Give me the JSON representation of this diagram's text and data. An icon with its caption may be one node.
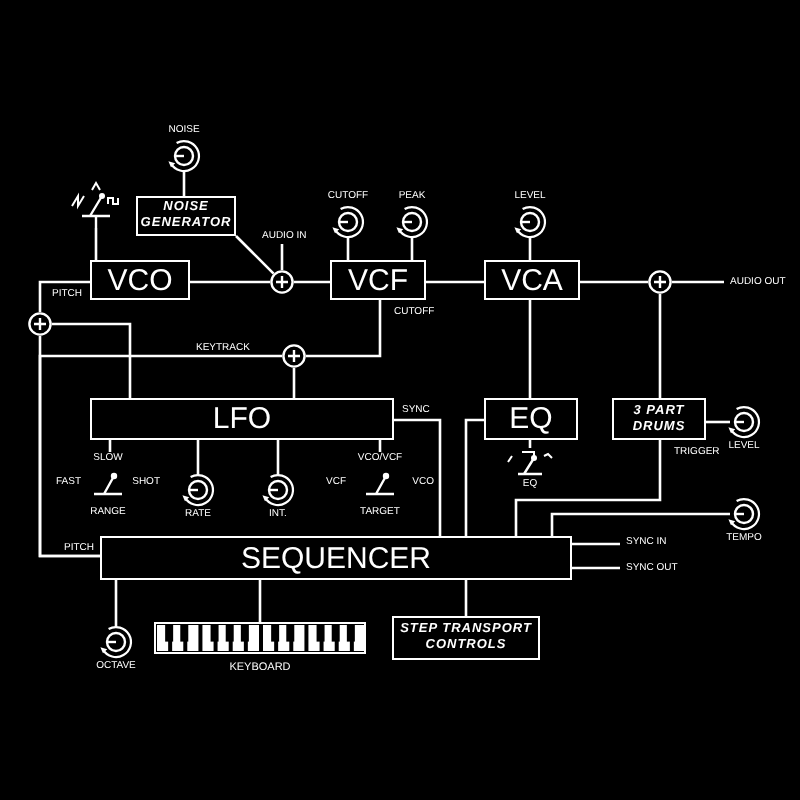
{
  "diagram": {
    "nodes": [
      {
        "text": [
          "VCO"
        ]
      },
      {
        "text": [
          "NOISE GENERATOR"
        ]
      },
      {
        "text": [
          "VCF"
        ]
      },
      {
        "text": [
          "VCA"
        ]
      },
      {
        "text": [
          "LFO"
        ]
      },
      {
        "text": [
          "EQ"
        ]
      },
      {
        "text": [
          "3 PART DRUMS"
        ]
      },
      {
        "text": [
          "SEQUENCER"
        ]
      },
      {
        "text": [
          "STEP TRANSPORT CONTROLS"
        ]
      },
      {
        "text": [],
        "shape": "keyboard",
        "beside": [
          "KEYBOARD"
        ]
      },
      {
        "text": [],
        "shape": "circle"
      },
      {
        "text": [],
        "shape": "circle"
      },
      {
        "text": [],
        "shape": "circle"
      },
      {
        "text": [],
        "shape": "circle"
      },
      {
        "text": [
          "NOISE"
        ]
      },
      {
        "text": [
          "CUTOFF"
        ]
      },
      {
        "text": [
          "PEAK"
        ]
      },
      {
        "text": [
          "LEVEL"
        ]
      },
      {
        "text": [],
        "shape": "switch"
      },
      {
        "text": [
          "RATE"
        ]
      },
      {
        "text": [
          "INT."
        ]
      },
      {
        "text": [
          "SLOW",
          "FAST",
          "SHOT",
          "RANGE"
        ]
      },
      {
        "text": [
          "VCO/VCF",
          "VCF",
          "VCO",
          "TARGET"
        ]
      },
      {
        "text": [
          "EQ"
        ]
      },
      {
        "text": [
          "LEVEL"
        ]
      },
      {
        "text": [
          "TEMPO"
        ]
      },
      {
        "text": [
          "OCTAVE"
        ]
      }
    ],
    "edges": [
      {
        "from": 14,
        "to": 1,
        "arrow": "none"
      },
      {
        "from": 18,
        "to": 0,
        "arrow": "none"
      },
      {
        "from": 1,
        "to": 10,
        "arrow": "none"
      },
      {
        "from": 0,
        "to": 10,
        "arrow": "none"
      },
      {
        "from": null,
        "to": 10,
        "arrow": "none",
        "label": "AUDIO IN"
      },
      {
        "from": 10,
        "to": 2,
        "arrow": "none"
      },
      {
        "from": 15,
        "to": 2,
        "arrow": "none"
      },
      {
        "from": 16,
        "to": 2,
        "arrow": "none"
      },
      {
        "from": 2,
        "to": 3,
        "arrow": "none"
      },
      {
        "from": 17,
        "to": 3,
        "arrow": "none"
      },
      {
        "from": 3,
        "to": 13,
        "arrow": "none"
      },
      {
        "from": 13,
        "to": null,
        "arrow": "none",
        "label": "AUDIO OUT"
      },
      {
        "from": 13,
        "to": 6,
        "arrow": "none"
      },
      {
        "from": 3,
        "to": 5,
        "arrow": "none"
      },
      {
        "from": 2,
        "to": 12,
        "arrow": "none",
        "label": "CUTOFF"
      },
      {
        "from": 11,
        "to": 0,
        "arrow": "none",
        "label": "PITCH"
      },
      {
        "from": 4,
        "to": 11,
        "arrow": "none"
      },
      {
        "from": 4,
        "to": 12,
        "arrow": "none"
      },
      {
        "from": 7,
        "to": 11,
        "arrow": "none",
        "label": "PITCH"
      },
      {
        "from": 7,
        "to": 12,
        "arrow": "none",
        "label": "KEYTRACK"
      },
      {
        "from": 4,
        "to": 7,
        "arrow": "none",
        "label": "SYNC"
      },
      {
        "from": 5,
        "to": 7,
        "arrow": "none"
      },
      {
        "from": 6,
        "to": 7,
        "arrow": "none",
        "label": "TRIGGER"
      },
      {
        "from": 24,
        "to": 6,
        "arrow": "none"
      },
      {
        "from": 25,
        "to": 7,
        "arrow": "none"
      },
      {
        "from": null,
        "to": 7,
        "arrow": "none",
        "label": "SYNC IN"
      },
      {
        "from": 7,
        "to": null,
        "arrow": "none",
        "label": "SYNC OUT"
      },
      {
        "from": 21,
        "to": 4,
        "arrow": "none"
      },
      {
        "from": 19,
        "to": 4,
        "arrow": "none"
      },
      {
        "from": 20,
        "to": 4,
        "arrow": "none"
      },
      {
        "from": 22,
        "to": 4,
        "arrow": "none"
      },
      {
        "from": 23,
        "to": 5,
        "arrow": "none"
      },
      {
        "from": 26,
        "to": 7,
        "arrow": "none"
      },
      {
        "from": 9,
        "to": 7,
        "arrow": "none"
      },
      {
        "from": 8,
        "to": 7,
        "arrow": "none"
      }
    ]
  }
}
